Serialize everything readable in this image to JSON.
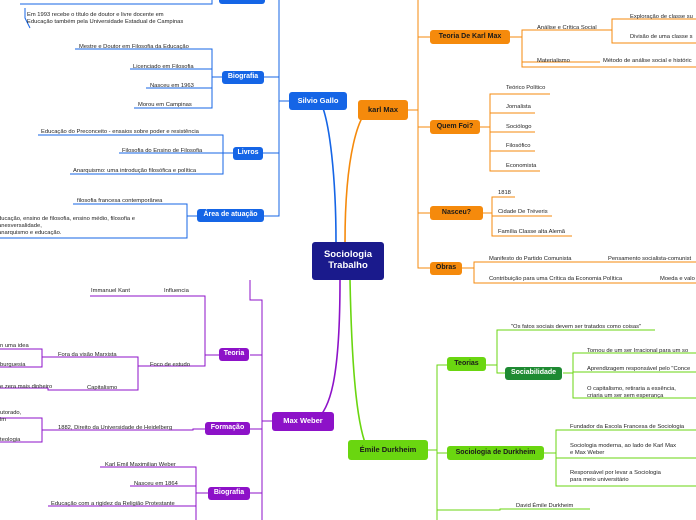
{
  "central": {
    "label": "Sociologia\nTrabalho"
  },
  "branches": {
    "silvio_gallo": {
      "label": "Silvio Gallo",
      "top_leaf": "Em 1993 recebe o título de doutor e livre docente em\nEducação também pela Universidade Estadual de Campinas",
      "biografia": {
        "label": "Biografia",
        "items": [
          "Mestre e Doutor em Filosofia da Educação",
          "Licenciado em Filosofia",
          "Nasceu em 1963",
          "Morou em Campinas"
        ]
      },
      "livros": {
        "label": "Livros",
        "items": [
          "Educação do Preconceito - ensaios sobre poder e resistência",
          "Filosofia do Ensino de Filosofia",
          "Anarquismo: uma introdução filosófica e política"
        ]
      },
      "area": {
        "label": "Área de atuação",
        "items": [
          "filosofia francesa contemporânea",
          "ducação, ensino de filosofia, ensino médio, filosofia e\nanesversalidade,\nanarquismo e educação."
        ]
      }
    },
    "karl_max": {
      "label": "karl Max",
      "teoria": {
        "label": "Teoria De Karl Max",
        "analise": "Análise e Crítica Social",
        "exploracao": "Exploração de classe su",
        "divisao": "Divisão de uma classe s",
        "materialismo": "Materialismo",
        "metodo": "Método de análise social e históric"
      },
      "quem_foi": {
        "label": "Quem Foi?",
        "items": [
          "Teórico Político",
          "Jornalista",
          "Sociólogo",
          "Filosófico",
          "Economista"
        ]
      },
      "nasceu": {
        "label": "Nasceu?",
        "items": [
          "1818",
          "Cidade De Tréveris",
          "Família Classe alta Alemã"
        ]
      },
      "obras": {
        "label": "Obras",
        "manifesto": "Manifesto do Partido Comunista",
        "pensamento": "Pensamento socialista-comunist",
        "contribuicao": "Contribuição para uma Crítica da Economia Política",
        "moeda": "Moeda e valo"
      }
    },
    "max_weber": {
      "label": "Max Weber",
      "teoria": {
        "label": "Teoria",
        "kant": "Immanuel Kant",
        "influencia": "Influencia",
        "foco": "Foco de estudo",
        "marxista": "Fora da visão Marxista",
        "ideia": "n uma idea",
        "burguesia": "burguesia",
        "capitalismo": "Capitalismo",
        "dinheiro": "e zera mais dinheiro"
      },
      "formacao": {
        "label": "Formação",
        "heidelberg": "1882, Direito da Universidade de Heidelberg",
        "doutorado": "utorado,\nim",
        "teologia": "teologia"
      },
      "biografia": {
        "label": "Biografia",
        "items": [
          "Karl Emil Maximilian Weber",
          "Nasceu em 1864",
          "Educação com a rigidez da Religião Protestante"
        ]
      }
    },
    "durkheim": {
      "label": "Émile Durkheim",
      "teorias": {
        "label": "Teorias",
        "quote": "\"Os fatos sociais devem ser tratados como coisas\""
      },
      "sociabilidade": {
        "label": "Sociabilidade",
        "items": [
          "Tornou de um ser Irracional para um so",
          "Aprendizagem responsável pelo \"Conce",
          "O capitalismo, retiraria a essência,\ncriaria um ser sem esperança"
        ]
      },
      "sociologia": {
        "label": "Sociologia de Durkheim",
        "items": [
          "Fundador da Escola Francesa de Sociologia",
          "Sociologia moderna, ao lado de Karl Max\ne Max Weber",
          "Responsável por levar a Sociologia\npara meio universitário"
        ]
      },
      "name_leaf": "David Émile Durkheim"
    }
  },
  "colors": {
    "central": "#1a1a8c",
    "blue": "#1565e6",
    "orange": "#f58a0c",
    "purple": "#8d12c8",
    "green": "#6ad610",
    "dark_green": "#1e8a32"
  }
}
